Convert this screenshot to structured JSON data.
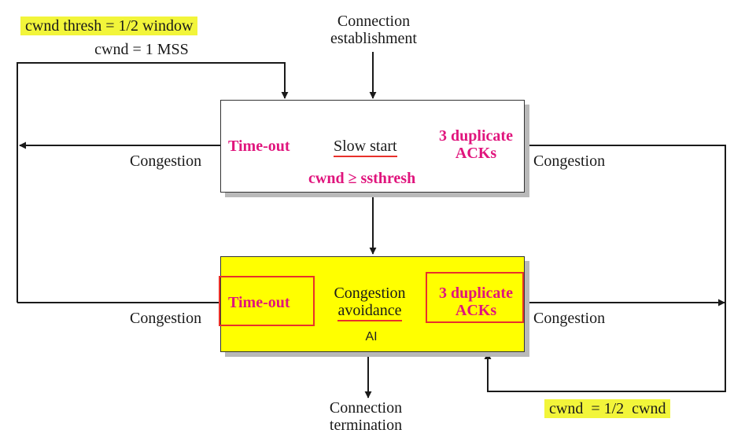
{
  "top_left": {
    "threshold_note_cwnd": "cwnd",
    "threshold_note_rest": "thresh = 1/2 window",
    "reset_note": "cwnd = 1 MSS"
  },
  "connection_establishment": [
    "Connection",
    "establishment"
  ],
  "connection_termination": [
    "Connection",
    "termination"
  ],
  "slow_start": {
    "state_label": "Slow start",
    "timeout": "Time-out",
    "dup_acks": [
      "3 duplicate",
      "ACKs"
    ],
    "transition": "cwnd ≥ ssthresh",
    "fill_color": "#ffffff"
  },
  "congestion_avoidance": {
    "state_label": [
      "Congestion",
      "avoidance"
    ],
    "sub_label": "AI",
    "timeout": "Time-out",
    "dup_acks": [
      "3 duplicate",
      "ACKs"
    ],
    "fill_color": "#ffff00"
  },
  "edge_labels": {
    "congestion_left_top": "Congestion",
    "congestion_right_top": "Congestion",
    "congestion_left_bottom": "Congestion",
    "congestion_right_bottom": "Congestion"
  },
  "bottom_right_note": {
    "text": "cwnd  = 1/2  cwnd"
  },
  "colors": {
    "highlight": "#f2f53a",
    "pink_text": "#e0157d",
    "red_frame": "#e8312b"
  }
}
